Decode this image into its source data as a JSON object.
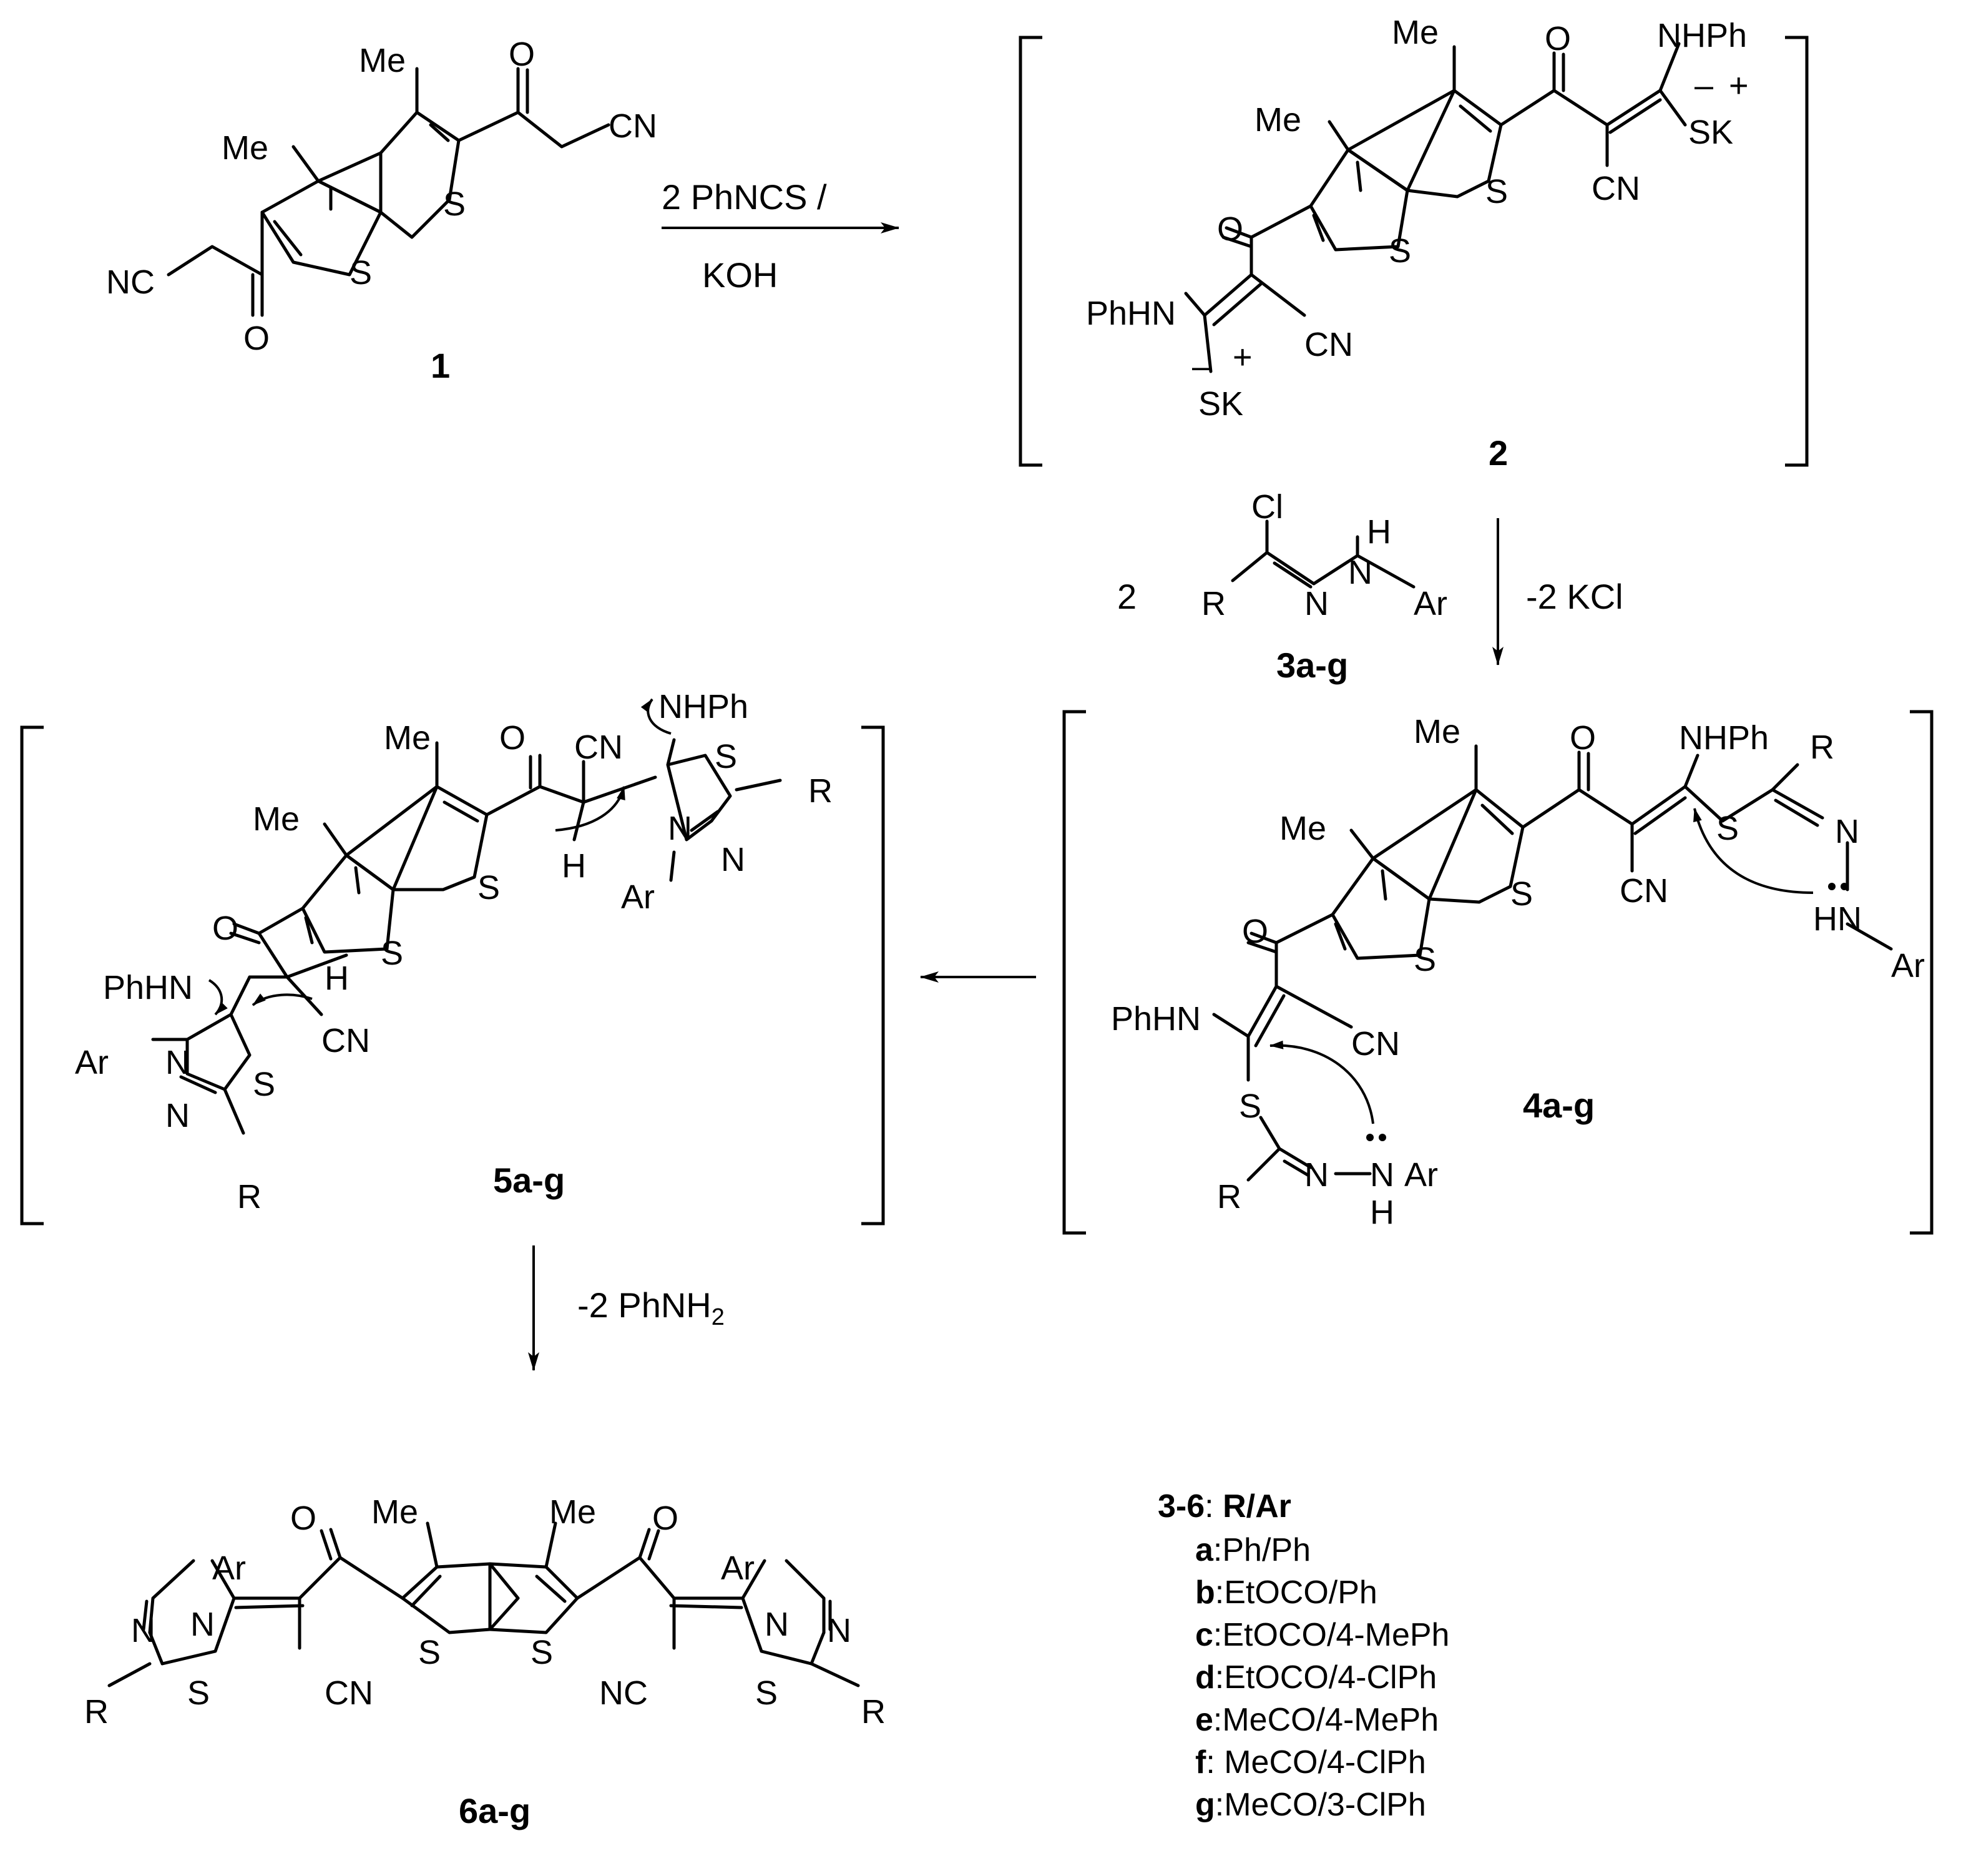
{
  "atoms": {
    "me": "Me",
    "o": "O",
    "s": "S",
    "cn": "CN",
    "nc": "NC",
    "nhph": "NHPh",
    "phhn": "PhHN",
    "sk": "SK",
    "minus": "–",
    "plus": "+",
    "cl": "Cl",
    "h": "H",
    "n": "N",
    "r": "R",
    "ar": "Ar",
    "hn": "HN"
  },
  "labels": {
    "c1": "1",
    "c2": "2",
    "c3": "3a-g",
    "c4": "4a-g",
    "c5": "5a-g",
    "c6": "6a-g"
  },
  "conditions": {
    "step1_line1": "2 PhNCS /",
    "step1_line2": "KOH",
    "step2_coef": "2",
    "step2_byproduct": "-2 KCl",
    "step4_byproduct": "-2 PhNH",
    "step4_sub": "2"
  },
  "legend": {
    "head_bold": "3-6",
    "head_colon": ": ",
    "head_rar": "R/Ar",
    "items": [
      {
        "key": "a",
        "value": ":Ph/Ph"
      },
      {
        "key": "b",
        "value": ":EtOCO/Ph"
      },
      {
        "key": "c",
        "value": ":EtOCO/4-MePh"
      },
      {
        "key": "d",
        "value": ":EtOCO/4-ClPh"
      },
      {
        "key": "e",
        "value": ":MeCO/4-MePh"
      },
      {
        "key": "f",
        "value": ": MeCO/4-ClPh"
      },
      {
        "key": "g",
        "value": ":MeCO/3-ClPh"
      }
    ]
  }
}
